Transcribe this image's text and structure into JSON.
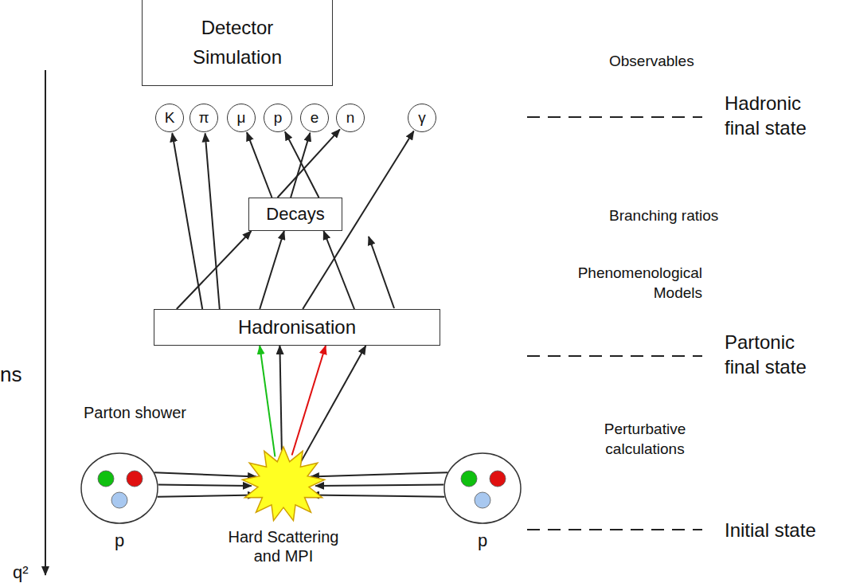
{
  "diagram": {
    "nodes": [
      {
        "text": [
          "Detector Simulation"
        ]
      },
      {
        "text": [
          "K"
        ]
      },
      {
        "text": [
          "π"
        ]
      },
      {
        "text": [
          "μ"
        ]
      },
      {
        "text": [
          "p"
        ]
      },
      {
        "text": [
          "e"
        ]
      },
      {
        "text": [
          "n"
        ]
      },
      {
        "text": [
          "γ"
        ]
      },
      {
        "text": [
          "Decays"
        ]
      },
      {
        "text": [
          "Hadronisation"
        ]
      },
      {
        "text": [
          "p"
        ]
      },
      {
        "text": [
          "Hard Scattering and MPI"
        ]
      },
      {
        "text": [
          "p"
        ]
      }
    ],
    "edges": [
      {
        "from": 9,
        "to": 1,
        "arrow": "to"
      },
      {
        "from": 9,
        "to": 2,
        "arrow": "to"
      },
      {
        "from": 9,
        "to": 8,
        "arrow": "to"
      },
      {
        "from": 9,
        "to": 8,
        "arrow": "to"
      },
      {
        "from": 9,
        "to": 7,
        "arrow": "to"
      },
      {
        "from": 9,
        "to": 8,
        "arrow": "to"
      },
      {
        "from": 8,
        "to": 3,
        "arrow": "to"
      },
      {
        "from": 8,
        "to": 6,
        "arrow": "to"
      },
      {
        "from": 8,
        "to": 4,
        "arrow": "to"
      },
      {
        "from": 8,
        "to": 5,
        "arrow": "to"
      },
      {
        "from": 11,
        "to": 9,
        "arrow": "to"
      },
      {
        "from": 11,
        "to": 9,
        "arrow": "to"
      },
      {
        "from": 11,
        "to": 9,
        "arrow": "to"
      },
      {
        "from": 11,
        "to": 9,
        "arrow": "to"
      },
      {
        "from": 10,
        "to": 11,
        "arrow": "to"
      },
      {
        "from": 10,
        "to": 11,
        "arrow": "to"
      },
      {
        "from": 10,
        "to": 11,
        "arrow": "to"
      },
      {
        "from": 12,
        "to": 11,
        "arrow": "to"
      },
      {
        "from": 12,
        "to": 11,
        "arrow": "to"
      },
      {
        "from": 12,
        "to": 11,
        "arrow": "to"
      }
    ],
    "labels": [
      "Parton shower",
      "ns",
      "q²",
      "Observables",
      "Hadronic final state",
      "Branching ratios",
      "Phenomenological Models",
      "Partonic final state",
      "Perturbative calculations",
      "Initial state"
    ]
  }
}
